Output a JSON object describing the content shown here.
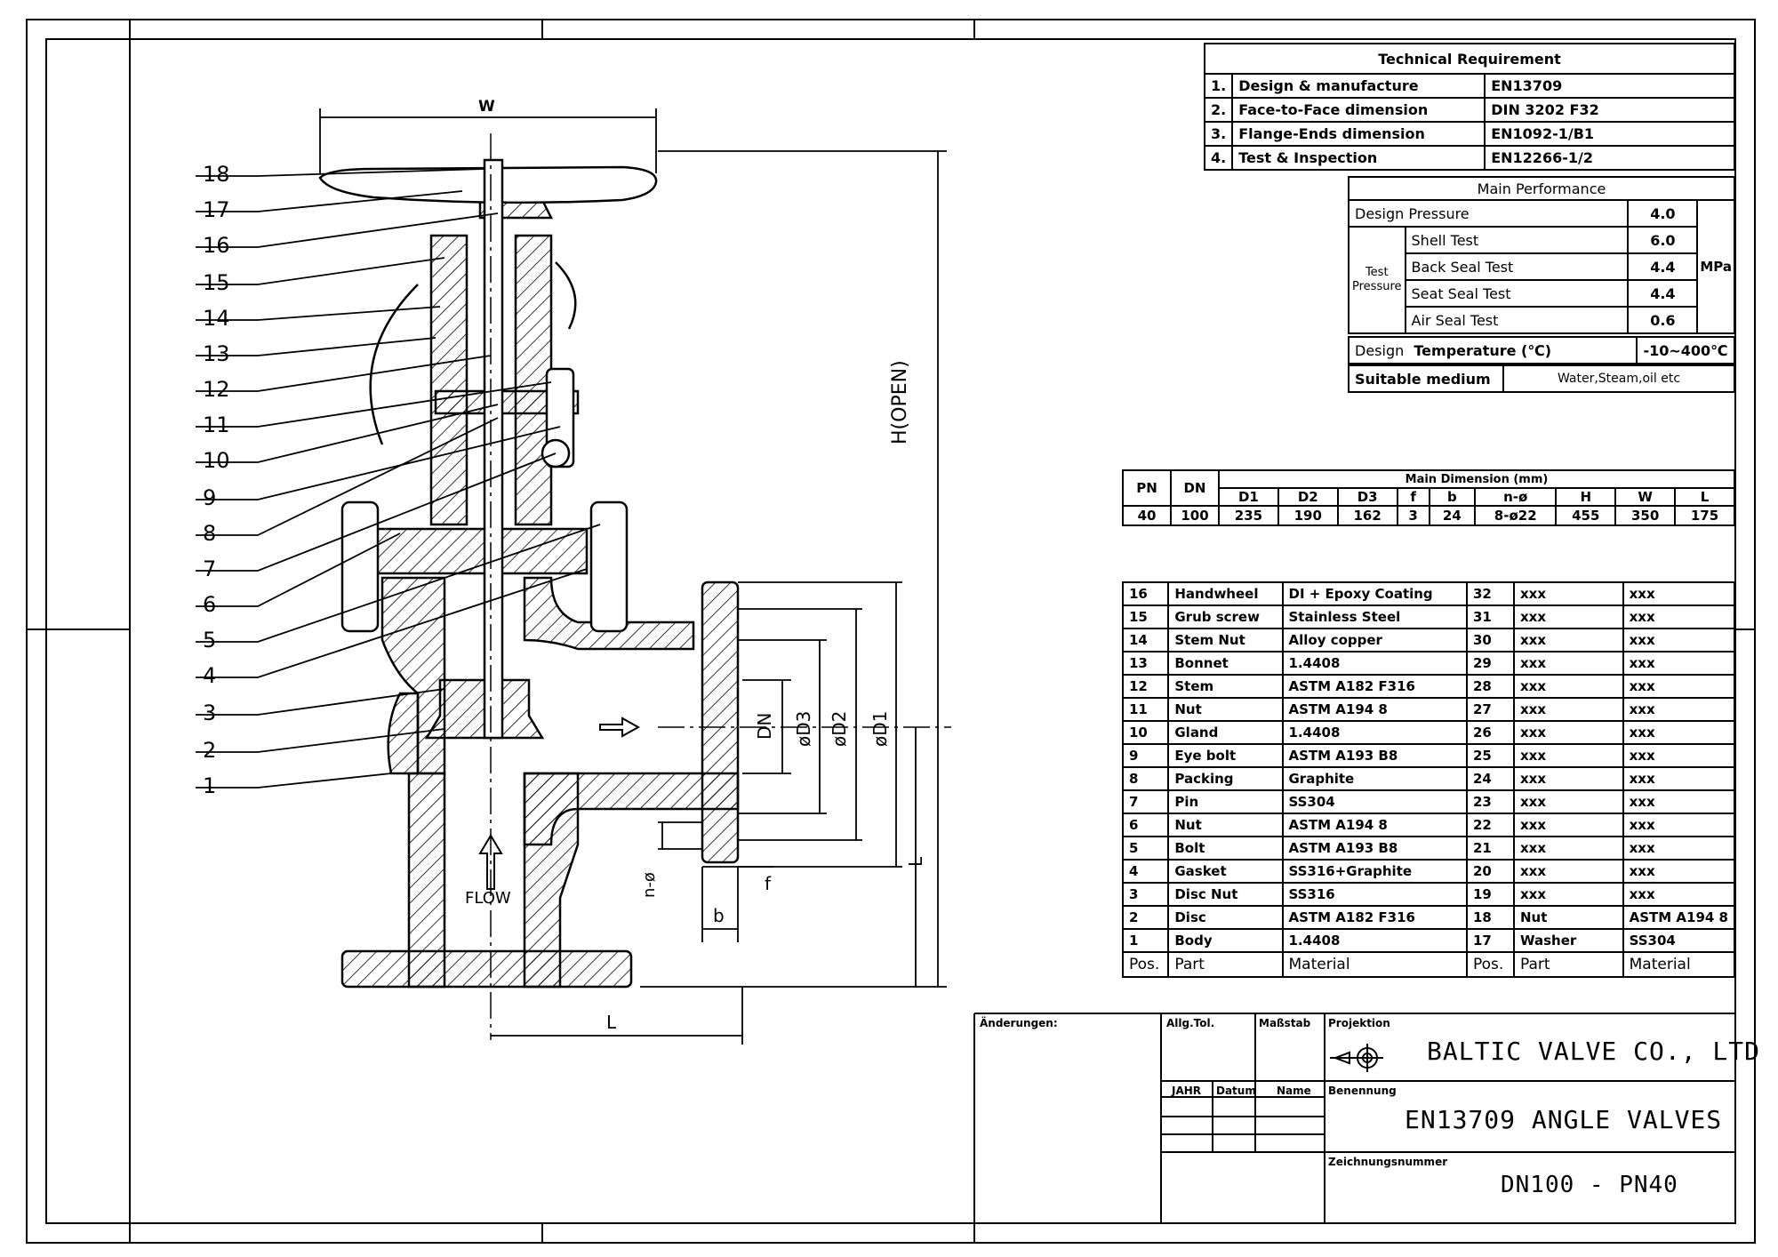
{
  "tech_req": {
    "title": "Technical Requirement",
    "rows": [
      {
        "no": "1.",
        "label": "Design & manufacture",
        "value": "EN13709"
      },
      {
        "no": "2.",
        "label": "Face-to-Face dimension",
        "value": "DIN 3202 F32"
      },
      {
        "no": "3.",
        "label": "Flange-Ends dimension",
        "value": "EN1092-1/B1"
      },
      {
        "no": "4.",
        "label": "Test & Inspection",
        "value": "EN12266-1/2"
      }
    ]
  },
  "performance": {
    "title": "Main Performance",
    "design_pressure_label": "Design Pressure",
    "design_pressure_value": "4.0",
    "test_pressure_label": "Test Pressure",
    "unit": "MPa",
    "tests": [
      {
        "label": "Shell Test",
        "value": "6.0"
      },
      {
        "label": "Back Seal Test",
        "value": "4.4"
      },
      {
        "label": "Seat Seal Test",
        "value": "4.4"
      },
      {
        "label": "Air Seal Test",
        "value": "0.6"
      }
    ],
    "design_label": "Design",
    "temp_label": "Temperature (℃)",
    "temp_value": "-10~400℃",
    "medium_label": "Suitable medium",
    "medium_value": "Water,Steam,oil etc"
  },
  "dimensions": {
    "title": "Main Dimension (mm)",
    "pn_label": "PN",
    "dn_label": "DN",
    "headers": [
      "D1",
      "D2",
      "D3",
      "f",
      "b",
      "n-ø",
      "H",
      "W",
      "L"
    ],
    "pn": "40",
    "dn": "100",
    "values": [
      "235",
      "190",
      "162",
      "3",
      "24",
      "8-ø22",
      "455",
      "350",
      "175"
    ]
  },
  "parts": {
    "header": {
      "pos": "Pos.",
      "part": "Part",
      "material": "Material"
    },
    "left": [
      {
        "pos": "16",
        "part": "Handwheel",
        "material": "DI + Epoxy Coating"
      },
      {
        "pos": "15",
        "part": "Grub screw",
        "material": "Stainless Steel"
      },
      {
        "pos": "14",
        "part": "Stem Nut",
        "material": "Alloy copper"
      },
      {
        "pos": "13",
        "part": "Bonnet",
        "material": "1.4408"
      },
      {
        "pos": "12",
        "part": "Stem",
        "material": "ASTM A182 F316"
      },
      {
        "pos": "11",
        "part": "Nut",
        "material": "ASTM A194 8"
      },
      {
        "pos": "10",
        "part": "Gland",
        "material": "1.4408"
      },
      {
        "pos": "9",
        "part": "Eye bolt",
        "material": "ASTM A193 B8"
      },
      {
        "pos": "8",
        "part": "Packing",
        "material": "Graphite"
      },
      {
        "pos": "7",
        "part": "Pin",
        "material": "SS304"
      },
      {
        "pos": "6",
        "part": "Nut",
        "material": "ASTM A194 8"
      },
      {
        "pos": "5",
        "part": "Bolt",
        "material": "ASTM A193 B8"
      },
      {
        "pos": "4",
        "part": "Gasket",
        "material": "SS316+Graphite"
      },
      {
        "pos": "3",
        "part": "Disc Nut",
        "material": "SS316"
      },
      {
        "pos": "2",
        "part": "Disc",
        "material": "ASTM A182 F316"
      },
      {
        "pos": "1",
        "part": "Body",
        "material": "1.4408"
      }
    ],
    "right": [
      {
        "pos": "32",
        "part": "xxx",
        "material": "xxx"
      },
      {
        "pos": "31",
        "part": "xxx",
        "material": "xxx"
      },
      {
        "pos": "30",
        "part": "xxx",
        "material": "xxx"
      },
      {
        "pos": "29",
        "part": "xxx",
        "material": "xxx"
      },
      {
        "pos": "28",
        "part": "xxx",
        "material": "xxx"
      },
      {
        "pos": "27",
        "part": "xxx",
        "material": "xxx"
      },
      {
        "pos": "26",
        "part": "xxx",
        "material": "xxx"
      },
      {
        "pos": "25",
        "part": "xxx",
        "material": "xxx"
      },
      {
        "pos": "24",
        "part": "xxx",
        "material": "xxx"
      },
      {
        "pos": "23",
        "part": "xxx",
        "material": "xxx"
      },
      {
        "pos": "22",
        "part": "xxx",
        "material": "xxx"
      },
      {
        "pos": "21",
        "part": "xxx",
        "material": "xxx"
      },
      {
        "pos": "20",
        "part": "xxx",
        "material": "xxx"
      },
      {
        "pos": "19",
        "part": "xxx",
        "material": "xxx"
      },
      {
        "pos": "18",
        "part": "Nut",
        "material": "ASTM A194 8"
      },
      {
        "pos": "17",
        "part": "Washer",
        "material": "SS304"
      }
    ]
  },
  "title_block": {
    "changes": "Änderungen:",
    "tol": "Allg.Tol.",
    "scale": "Maßstab",
    "projection": "Projektion",
    "year": "JAHR",
    "date": "Datum",
    "name": "Name",
    "designation_label": "Benennung",
    "drawing_no_label": "Zeichnungsnummer",
    "company": "BALTIC VALVE CO., LTD",
    "title": "EN13709 ANGLE VALVES",
    "drawing_no": "DN100 - PN40"
  },
  "drawing": {
    "balloons": [
      "18",
      "17",
      "16",
      "15",
      "14",
      "13",
      "12",
      "11",
      "10",
      "9",
      "8",
      "7",
      "6",
      "5",
      "4",
      "3",
      "2",
      "1"
    ],
    "dim_w": "W",
    "dim_h": "H(OPEN)",
    "dim_l": "L",
    "dim_dn": "DN",
    "dim_d3": "øD3",
    "dim_d2": "øD2",
    "dim_d1": "øD1",
    "dim_nphi": "n-ø",
    "dim_f": "f",
    "dim_b": "b",
    "flow": "FLOW"
  }
}
